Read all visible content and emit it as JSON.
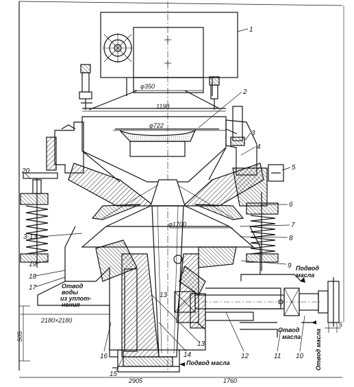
{
  "drawing": {
    "callouts": [
      "1",
      "2",
      "3",
      "4",
      "5",
      "6",
      "7",
      "8",
      "9",
      "10",
      "11",
      "12",
      "13",
      "13",
      "14",
      "15",
      "16",
      "17",
      "18",
      "19",
      "20",
      "3-13"
    ],
    "dimensions": {
      "d350": "φ350",
      "w1190": "1190",
      "d722": "φ722",
      "d1700": "φ1700",
      "base": "2180×2180",
      "h505": "505",
      "w2905": "2905",
      "w1760": "1760",
      "five": "5"
    },
    "notes": {
      "oil_in_right": [
        "Подвод",
        "масла"
      ],
      "oil_out_right": [
        "Отвод",
        "масла"
      ],
      "oil_out_vertical": "Отвод масла",
      "oil_in_bottom": "Подвод масла",
      "water_out": [
        "Отвод",
        "воды",
        "из уплот-",
        "нения"
      ]
    }
  }
}
